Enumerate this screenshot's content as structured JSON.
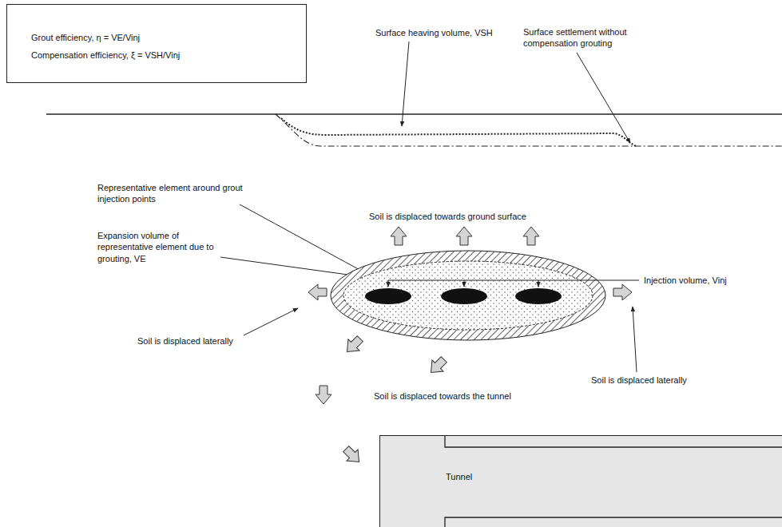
{
  "diagram": {
    "nodes": [
      {
        "text": [
          "Grout efficiency, η = VE/Vinj",
          "Compensation efficiency, ξ = VSH/Vinj"
        ]
      },
      {
        "text": [
          "Tunnel"
        ]
      }
    ],
    "labels": [
      "Surface heaving volume, VSH",
      "Surface settlement without compensation grouting",
      "Representative element around grout injection points",
      "Soil is displaced towards ground surface",
      "Expansion volume of representative element due to grouting, VE",
      "Injection volume, Vinj",
      "Soil is displaced laterally",
      "Soil is displaced laterally",
      "Soil is displaced towards the tunnel"
    ]
  }
}
